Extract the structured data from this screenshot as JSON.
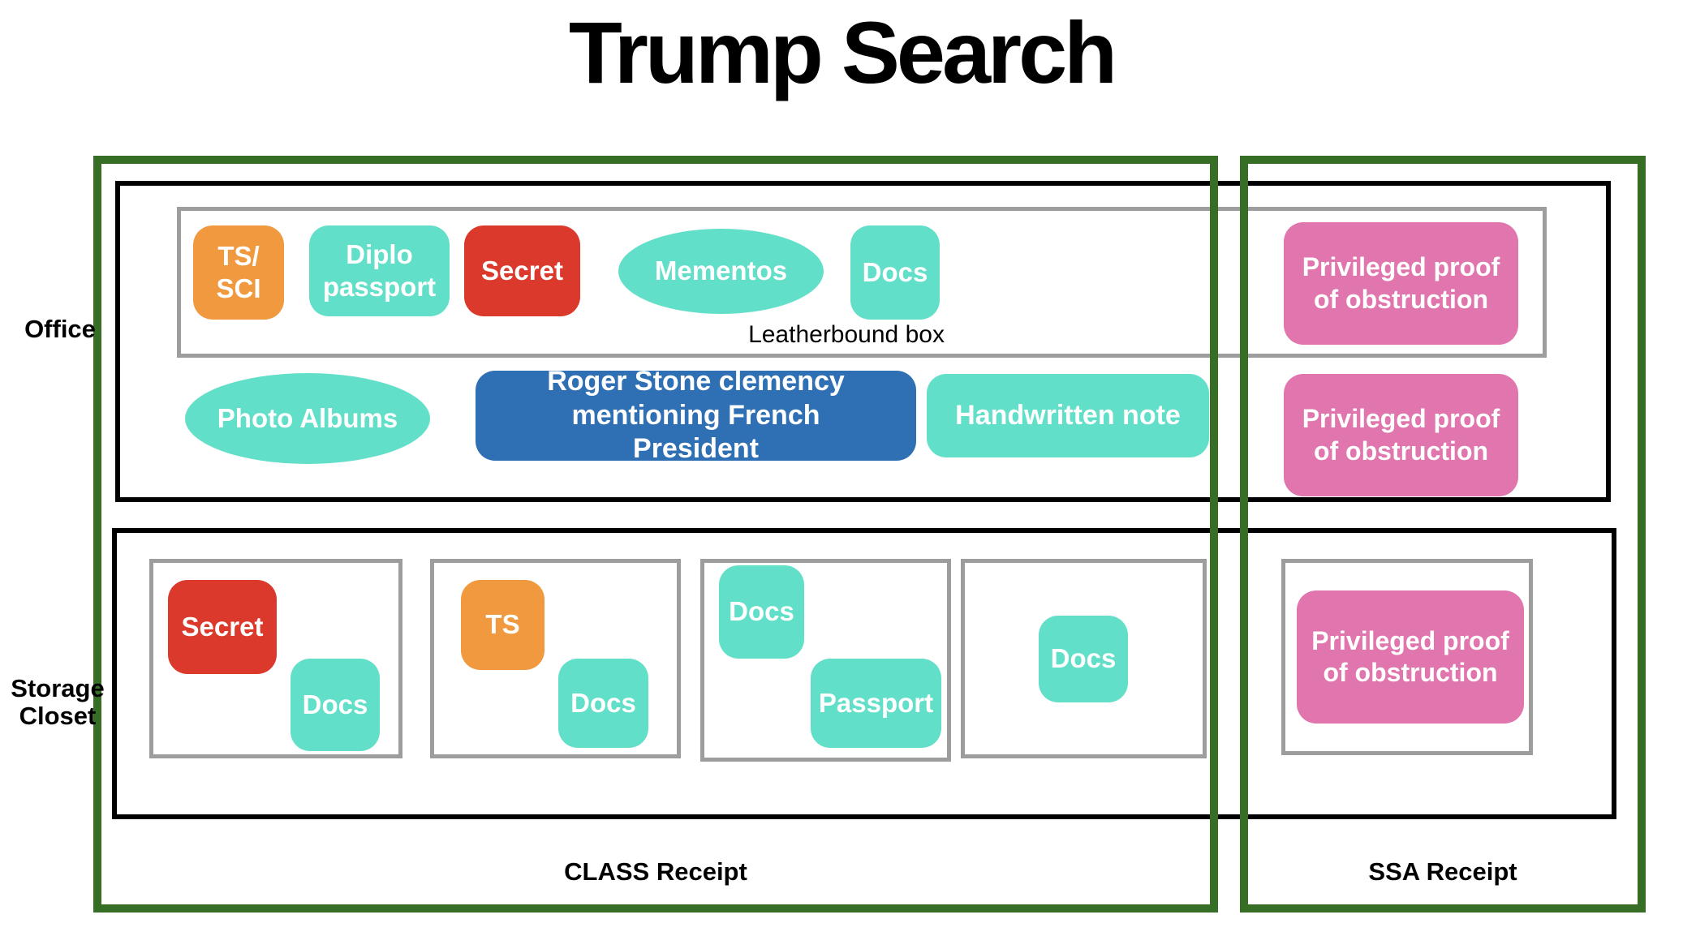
{
  "title": "Trump Search",
  "regions": {
    "class_receipt": {
      "label": "CLASS Receipt"
    },
    "ssa_receipt": {
      "label": "SSA Receipt"
    },
    "office": {
      "label": "Office"
    },
    "storage_closet": {
      "label": "Storage Closet"
    }
  },
  "office": {
    "leatherbound": {
      "label": "Leatherbound box",
      "items": [
        {
          "label": "TS/ SCI",
          "shape": "rounded-rect",
          "color": "orange"
        },
        {
          "label": "Diplo passport",
          "shape": "rounded-rect",
          "color": "teal"
        },
        {
          "label": "Secret",
          "shape": "rounded-rect",
          "color": "red"
        },
        {
          "label": "Mementos",
          "shape": "ellipse",
          "color": "teal"
        },
        {
          "label": "Docs",
          "shape": "rounded-rect",
          "color": "teal"
        }
      ]
    },
    "items": [
      {
        "label": "Photo Albums",
        "shape": "ellipse",
        "color": "teal"
      },
      {
        "label": "Roger Stone clemency mentioning French President",
        "shape": "rounded-rect",
        "color": "blue"
      },
      {
        "label": "Handwritten note",
        "shape": "rounded-rect",
        "color": "teal"
      }
    ],
    "ssa_items": [
      {
        "label": "Privileged proof of obstruction",
        "shape": "rounded-rect",
        "color": "pink"
      },
      {
        "label": "Privileged proof of obstruction",
        "shape": "rounded-rect",
        "color": "pink"
      }
    ]
  },
  "storage": {
    "boxes": [
      {
        "items": [
          {
            "label": "Secret",
            "color": "red"
          },
          {
            "label": "Docs",
            "color": "teal"
          }
        ]
      },
      {
        "items": [
          {
            "label": "TS",
            "color": "orange"
          },
          {
            "label": "Docs",
            "color": "teal"
          }
        ]
      },
      {
        "items": [
          {
            "label": "Docs",
            "color": "teal"
          },
          {
            "label": "Passport",
            "color": "teal"
          }
        ]
      },
      {
        "items": [
          {
            "label": "Docs",
            "color": "teal"
          }
        ]
      }
    ],
    "ssa_box": {
      "items": [
        {
          "label": "Privileged proof of obstruction",
          "color": "pink"
        }
      ]
    }
  },
  "colors": {
    "teal": "#62dfc8",
    "orange": "#f0993e",
    "red": "#da392b",
    "blue": "#2f70b4",
    "pink": "#e076ad",
    "green_border": "#376e26",
    "gray_border": "#9d9d9d",
    "black": "#000000"
  }
}
